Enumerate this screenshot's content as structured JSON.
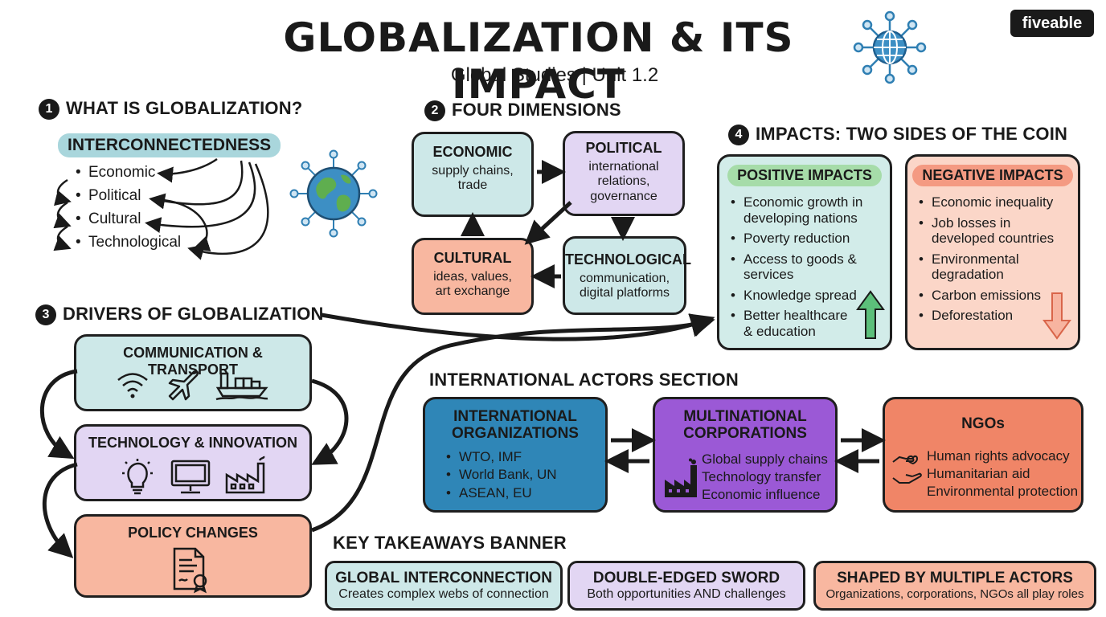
{
  "header": {
    "title": "GLOBALIZATION & ITS IMPACT",
    "subtitle": "Global Studies | Unit 1.2",
    "logo": "fiveable",
    "title_icon": "globe-network-icon"
  },
  "section1": {
    "number": "1",
    "title": "WHAT IS GLOBALIZATION?",
    "label": "INTERCONNECTEDNESS",
    "items": [
      "Economic",
      "Political",
      "Cultural",
      "Technological"
    ],
    "icon": "globe-icon"
  },
  "section2": {
    "number": "2",
    "title": "FOUR DIMENSIONS",
    "economic": {
      "title": "ECONOMIC",
      "desc": "supply chains, trade"
    },
    "political": {
      "title": "POLITICAL",
      "desc": "international relations, governance"
    },
    "cultural": {
      "title": "CULTURAL",
      "desc": "ideas, values, art exchange"
    },
    "technological": {
      "title": "TECHNOLOGICAL",
      "desc": "communication, digital platforms"
    }
  },
  "section3": {
    "number": "3",
    "title": "DRIVERS OF GLOBALIZATION",
    "communication": {
      "title": "COMMUNICATION & TRANSPORT",
      "icons": [
        "wifi-icon",
        "airplane-icon",
        "ship-icon"
      ]
    },
    "technology": {
      "title": "TECHNOLOGY & INNOVATION",
      "icons": [
        "lightbulb-icon",
        "computer-icon",
        "factory-icon"
      ]
    },
    "policy": {
      "title": "POLICY CHANGES",
      "icons": [
        "document-icon"
      ]
    }
  },
  "section4": {
    "number": "4",
    "title": "IMPACTS: TWO SIDES OF THE COIN",
    "positive": {
      "title": "POSITIVE IMPACTS",
      "items": [
        "Economic growth in developing nations",
        "Poverty reduction",
        "Access to goods & services",
        "Knowledge spread",
        "Better healthcare & education"
      ]
    },
    "negative": {
      "title": "NEGATIVE IMPACTS",
      "items": [
        "Economic inequality",
        "Job losses in developed countries",
        "Environmental degradation",
        "Carbon emissions",
        "Deforestation"
      ]
    }
  },
  "actors": {
    "title": "INTERNATIONAL ACTORS SECTION",
    "intl": {
      "title": "INTERNATIONAL ORGANIZATIONS",
      "items": [
        "WTO, IMF",
        "World Bank, UN",
        "ASEAN, EU"
      ]
    },
    "mnc": {
      "title": "MULTINATIONAL CORPORATIONS",
      "items": [
        "Global supply chains",
        "Technology transfer",
        "Economic influence"
      ]
    },
    "ngo": {
      "title": "NGOs",
      "items": [
        "Human rights advocacy",
        "Humanitarian aid",
        "Environmental protection"
      ]
    }
  },
  "takeaways": {
    "title": "KEY TAKEAWAYS BANNER",
    "items": [
      {
        "title": "GLOBAL INTERCONNECTION",
        "desc": "Creates complex webs of connection"
      },
      {
        "title": "DOUBLE-EDGED SWORD",
        "desc": "Both opportunities AND challenges"
      },
      {
        "title": "SHAPED BY MULTIPLE ACTORS",
        "desc": "Organizations, corporations, NGOs all play roles"
      }
    ]
  },
  "colors": {
    "teal": "#cde8e8",
    "lavender": "#e2d6f3",
    "salmon": "#f8b7a0",
    "blue": "#2f86b7",
    "purple": "#9b59d6",
    "coral": "#f08567",
    "green": "#5cbf7a",
    "red": "#e8735a"
  }
}
